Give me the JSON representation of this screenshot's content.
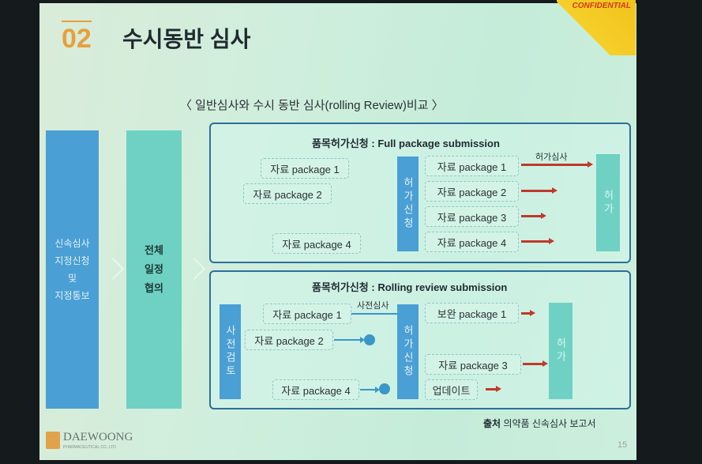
{
  "header": {
    "section_number": "02",
    "title": "수시동반 심사",
    "confidential": "CONFIDENTIAL"
  },
  "subtitle": "〈 일반심사와 수시 동반 심사(rolling Review)비교 〉",
  "left_steps": {
    "step1": [
      "신속심사",
      "지정신청",
      "및",
      "지정통보"
    ],
    "step2": [
      "전체",
      "일정",
      "협의"
    ]
  },
  "full_package": {
    "title": "품목허가신청 : Full package submission",
    "left_packages": [
      "자료 package 1",
      "자료 package 2",
      "자료 package 4"
    ],
    "application_bar": "허가신청",
    "right_packages": [
      "자료 package 1",
      "자료 package 2",
      "자료 package 3",
      "자료 package 4"
    ],
    "review_label": "허가심사",
    "approval": "허가"
  },
  "rolling_review": {
    "title": "품목허가신청 : Rolling review submission",
    "pre_review_bar": "사전검토",
    "left_packages": [
      "자료 package 1",
      "자료 package 2",
      "자료 package 4"
    ],
    "pre_review_label": "사전심사",
    "application_bar": "허가신청",
    "right_items": [
      "보완 package 1",
      "자료 package 3",
      "업데이트"
    ],
    "approval": "허가"
  },
  "footer": {
    "source_label": "출처",
    "source": "의약품 신속심사 보고서",
    "logo": "DAEWOONG",
    "logo_sub": "PHARMACEUTICAL CO.,LTD",
    "page_number": "15"
  }
}
